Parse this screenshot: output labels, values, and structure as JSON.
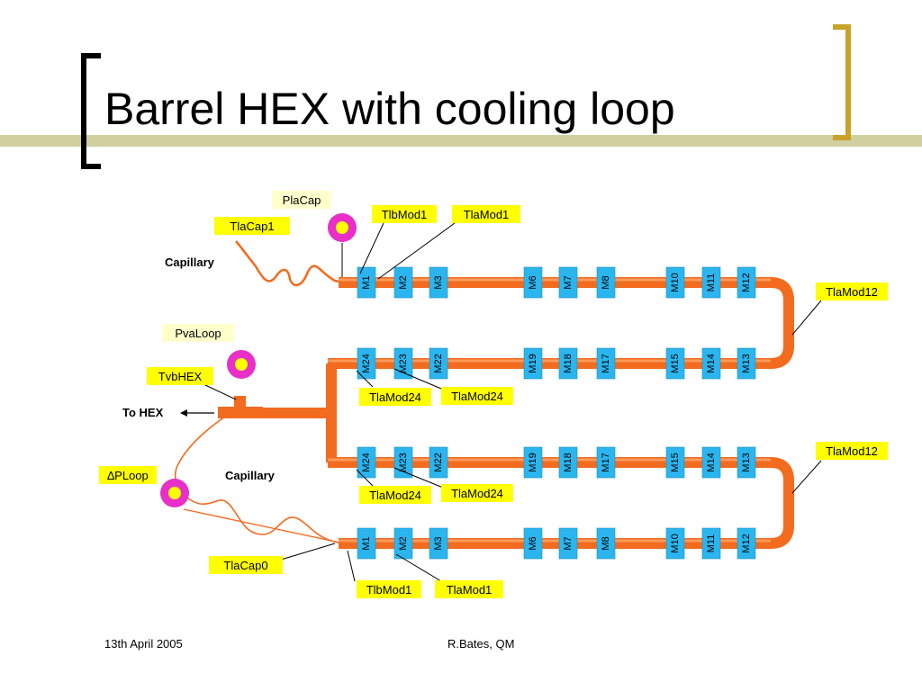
{
  "slide": {
    "title": "Barrel HEX with cooling loop",
    "footer_left": "13th April 2005",
    "footer_center": "R.Bates, QM"
  },
  "colors": {
    "bracket_gold": "#C9A227",
    "band_olive": "#CFCFA0",
    "pipe_orange": "#F26B1E",
    "module_blue": "#2BB5EE",
    "label_yellow": "#FFFF00",
    "label_cream": "#FFFFCC",
    "sensor_magenta": "#E830C8",
    "sensor_center": "#FFFF00"
  },
  "diagram": {
    "modules": {
      "row1": [
        "M1",
        "M2",
        "M3",
        "M6",
        "M7",
        "M8",
        "M10",
        "M11",
        "M12"
      ],
      "row2": [
        "M24",
        "M23",
        "M22",
        "M19",
        "M18",
        "M17",
        "M15",
        "M14",
        "M13"
      ],
      "row3": [
        "M24",
        "M23",
        "M22",
        "M19",
        "M18",
        "M17",
        "M15",
        "M14",
        "M13"
      ],
      "row4": [
        "M1",
        "M2",
        "M3",
        "M6",
        "M7",
        "M8",
        "M10",
        "M11",
        "M12"
      ]
    },
    "labels": {
      "placap": "PlaCap",
      "tlacap1": "TlaCap1",
      "tlbmod1_top": "TlbMod1",
      "tlamod1_top": "TlaMod1",
      "tlamod12_top": "TlaMod12",
      "tlamod12_bottom": "TlaMod12",
      "pvaloop": "PvaLoop",
      "tvbhex": "TvbHEX",
      "tlamod24_a": "TlaMod24",
      "tlamod24_b": "TlaMod24",
      "tlamod24_c": "TlaMod24",
      "tlamod24_d": "TlaMod24",
      "dploop": "∆PLoop",
      "tlacap0": "TlaCap0",
      "tlbmod1_bottom": "TlbMod1",
      "tlamod1_bottom": "TlaMod1"
    },
    "text": {
      "capillary_top": "Capillary",
      "capillary_bottom": "Capillary",
      "to_hex": "To HEX"
    }
  }
}
